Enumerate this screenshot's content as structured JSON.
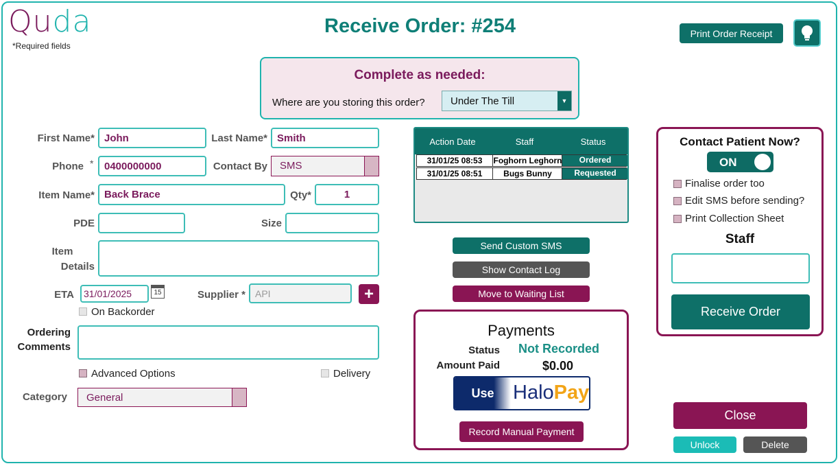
{
  "app": {
    "logo_part1": "Qu",
    "logo_part2": "da",
    "required_note": "*Required fields",
    "title": "Receive Order: #254"
  },
  "toolbar": {
    "print_receipt": "Print Order Receipt",
    "hint_icon": "lightbulb-icon"
  },
  "complete": {
    "heading": "Complete as needed:",
    "question": "Where are you storing this order?",
    "storage_value": "Under The Till"
  },
  "form": {
    "first_name_label": "First Name*",
    "first_name": "John",
    "last_name_label": "Last Name*",
    "last_name": "Smith",
    "phone_label": "Phone",
    "phone_star": "*",
    "phone": "0400000000",
    "contact_by_label": "Contact By",
    "contact_by": "SMS",
    "item_name_label": "Item Name*",
    "item_name": "Back Brace",
    "qty_label": "Qty*",
    "qty": "1",
    "pde_label": "PDE",
    "pde": "",
    "size_label": "Size",
    "size": "",
    "item_details_label_1": "Item",
    "item_details_label_2": "Details",
    "item_details": "",
    "eta_label": "ETA",
    "eta": "31/01/2025",
    "calendar_icon": "calendar-icon",
    "calendar_day": "15",
    "supplier_label": "Supplier *",
    "supplier_placeholder": "API",
    "add_supplier": "+",
    "on_backorder": "On Backorder",
    "ordering_comments_label_1": "Ordering",
    "ordering_comments_label_2": "Comments",
    "ordering_comments": "",
    "advanced_options": "Advanced Options",
    "delivery": "Delivery",
    "category_label": "Category",
    "category": "General"
  },
  "history": {
    "columns": [
      "Action Date",
      "Staff",
      "Status"
    ],
    "rows": [
      {
        "date": "31/01/25 08:53",
        "staff": "Foghorn Leghorn",
        "status": "Ordered"
      },
      {
        "date": "31/01/25 08:51",
        "staff": "Bugs Bunny",
        "status": "Requested"
      }
    ]
  },
  "actions": {
    "send_sms": "Send Custom SMS",
    "show_log": "Show Contact Log",
    "move_waiting": "Move to Waiting List"
  },
  "payments": {
    "heading": "Payments",
    "status_label": "Status",
    "status_value": "Not Recorded",
    "amount_label": "Amount Paid",
    "amount_value": "$0.00",
    "use": "Use",
    "halo_1": "Halo",
    "halo_2": "Pay",
    "record_manual": "Record Manual Payment"
  },
  "contact": {
    "heading": "Contact Patient Now?",
    "toggle": "ON",
    "finalise": "Finalise order too",
    "edit_sms": "Edit SMS before sending?",
    "print_sheet": "Print Collection Sheet",
    "staff_label": "Staff",
    "staff_value": "",
    "receive": "Receive Order"
  },
  "footer": {
    "close": "Close",
    "unlock": "Unlock",
    "delete": "Delete"
  },
  "colors": {
    "teal": "#0e7068",
    "plum": "#8a1554",
    "accent_teal": "#1fb3ad",
    "unlock": "#1bbcb6"
  }
}
